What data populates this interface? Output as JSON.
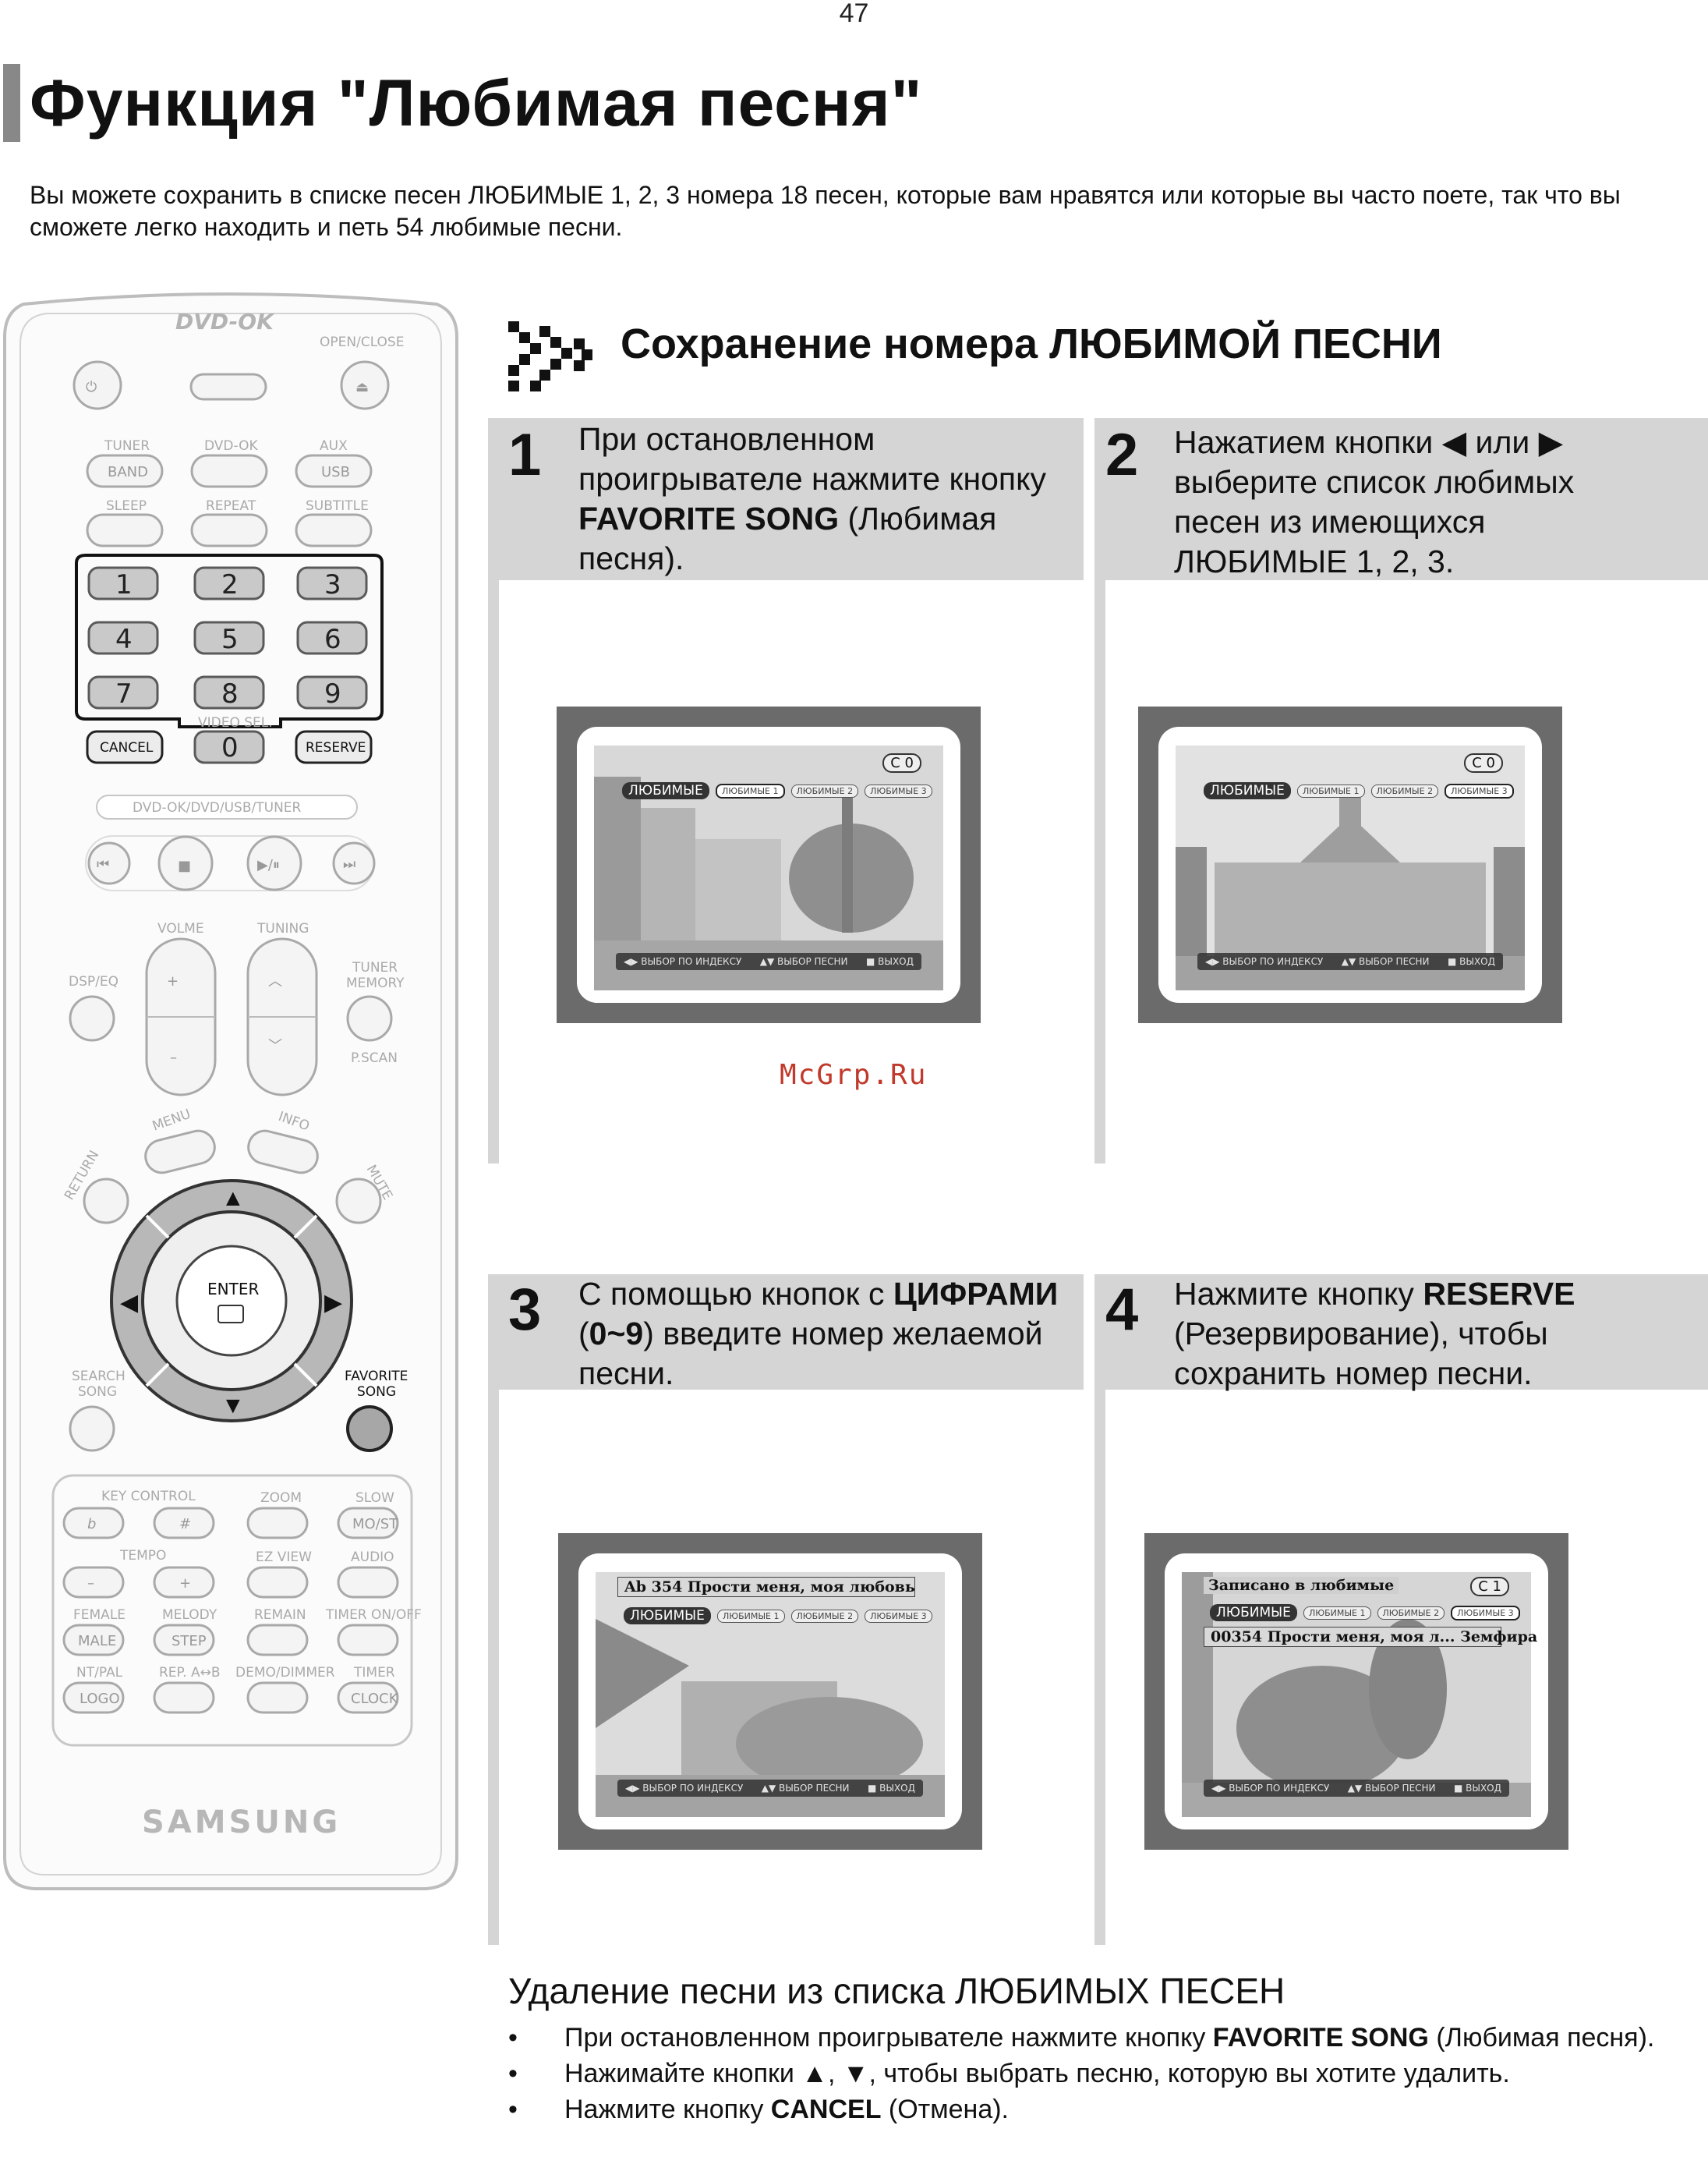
{
  "page_number": "47",
  "title": "Функция \"Любимая песня\"",
  "intro": "Вы можете сохранить в списке песен ЛЮБИМЫЕ 1, 2, 3 номера 18 песен, которые вам нравятся или которые вы часто поете, так что вы сможете легко находить и петь 54 любимые песни.",
  "section_title": "Сохранение номера ЛЮБИМОЙ ПЕСНИ",
  "steps": [
    {
      "number": "1",
      "pre": "При остановленном проигрывателе нажмите кнопку ",
      "bold": "FAVORITE SONG",
      "post": " (Любимая песня)."
    },
    {
      "number": "2",
      "pre": "Нажатием кнопки ◀ или ▶ выберите список любимых песен из имеющихся ЛЮБИМЫЕ 1, 2, 3.",
      "bold": "",
      "post": ""
    },
    {
      "number": "3",
      "pre": "С помощью кнопок с ",
      "bold": "ЦИФРАМИ",
      "mid": " (",
      "bold2": "0~9",
      "post": ") введите номер желаемой песни."
    },
    {
      "number": "4",
      "pre": "Нажмите кнопку ",
      "bold": "RESERVE",
      "post": " (Резервирование), чтобы сохранить номер песни."
    }
  ],
  "screens": {
    "fav_label": "ЛЮБИМЫЕ",
    "tabs": [
      "ЛЮБИМЫЕ 1",
      "ЛЮБИМЫЕ 2",
      "ЛЮБИМЫЕ 3"
    ],
    "counter_0": "C 0",
    "counter_1": "C 1",
    "bar_left": "◀▶ ВЫБОР ПО ИНДЕКСУ",
    "bar_mid": "▲▼ ВЫБОР ПЕСНИ",
    "bar_right": "■ ВЫХОД",
    "song_line_3": "Ab  354   Прости меня, моя любовь",
    "screen4_title": "Записано в любимые",
    "song_line_4": "00354  Прости меня, моя л...   Земфира"
  },
  "watermark": "McGrp.Ru",
  "delete_title": "Удаление песни из списка ЛЮБИМЫХ ПЕСЕН",
  "delete_bullets": [
    {
      "pre": "При остановленном проигрывателе нажмите кнопку ",
      "bold": "FAVORITE SONG",
      "post": " (Любимая песня)."
    },
    {
      "pre": "Нажимайте кнопки ▲, ▼, чтобы выбрать песню, которую вы хотите удалить.",
      "bold": "",
      "post": ""
    },
    {
      "pre": "Нажмите кнопку ",
      "bold": "CANCEL",
      "post": " (Отмена)."
    }
  ],
  "remote": {
    "brand": "SAMSUNG",
    "logo": "DVD-OK",
    "labels": {
      "open_close": "OPEN/CLOSE",
      "tuner": "TUNER",
      "dvd_ok": "DVD-OK",
      "aux": "AUX",
      "band": "BAND",
      "usb": "USB",
      "sleep": "SLEEP",
      "repeat": "REPEAT",
      "subtitle": "SUBTITLE",
      "video_sel": "VIDEO SEL.",
      "cancel": "CANCEL",
      "reserve": "RESERVE",
      "source_bar": "DVD-OK/DVD/USB/TUNER",
      "volume": "VOLME",
      "tuning": "TUNING",
      "dsp_eq": "DSP/EQ",
      "tuner_memory_1": "TUNER",
      "tuner_memory_2": "MEMORY",
      "pscan": "P.SCAN",
      "menu": "MENU",
      "info": "INFO",
      "return": "RETURN",
      "mute": "MUTE",
      "enter": "ENTER",
      "search_song_1": "SEARCH",
      "search_song_2": "SONG",
      "favorite_song_1": "FAVORITE",
      "favorite_song_2": "SONG",
      "key_control": "KEY CONTROL",
      "zoom": "ZOOM",
      "slow": "SLOW",
      "mo_st": "MO/ST",
      "tempo": "TEMPO",
      "ez_view": "EZ VIEW",
      "audio": "AUDIO",
      "female": "FEMALE",
      "melody": "MELODY",
      "remain": "REMAIN",
      "timer_onoff": "TIMER ON/OFF",
      "male": "MALE",
      "step": "STEP",
      "nt_pal": "NT/PAL",
      "rep_ab": "REP. A↔B",
      "demo_dimmer": "DEMO/DIMMER",
      "timer": "TIMER",
      "logo_btn": "LOGO",
      "clock": "CLOCK",
      "flat": "b",
      "sharp": "#",
      "minus": "–",
      "plus": "+"
    },
    "digits": [
      "1",
      "2",
      "3",
      "4",
      "5",
      "6",
      "7",
      "8",
      "9",
      "0"
    ]
  }
}
